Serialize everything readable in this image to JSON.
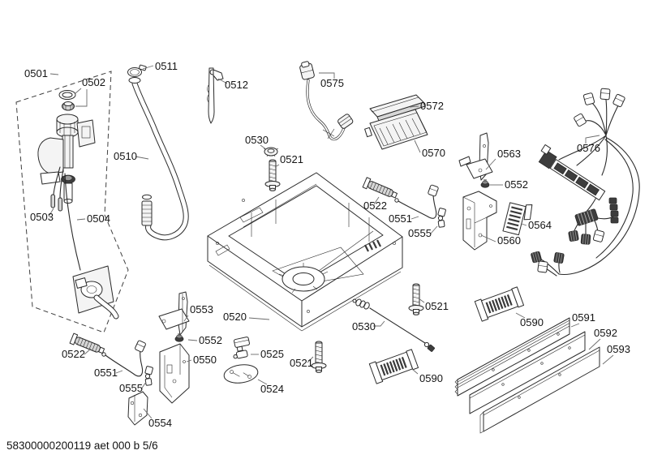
{
  "colors": {
    "background": "#ffffff",
    "line": "#2b2b2b",
    "leader": "#6b6b6b",
    "shade_light": "#f4f4f4",
    "shade_mid": "#d6d6d6",
    "shade_dark": "#3d3d3d",
    "label_text": "#141414"
  },
  "footer": {
    "text": "58300000200119 aet 000 b 5/6"
  },
  "callouts": {
    "c0501": "0501",
    "c0502": "0502",
    "c0503": "0503",
    "c0504": "0504",
    "c0510": "0510",
    "c0511": "0511",
    "c0512": "0512",
    "c0520": "0520",
    "c0521_top": "0521",
    "c0521_midleft": "0521",
    "c0521_right": "0521",
    "c0522_left": "0522",
    "c0522_right": "0522",
    "c0524": "0524",
    "c0525": "0525",
    "c0530_top": "0530",
    "c0530_bottom": "0530",
    "c0550": "0550",
    "c0551_left": "0551",
    "c0551_right": "0551",
    "c0552_left": "0552",
    "c0552_right": "0552",
    "c0553": "0553",
    "c0554": "0554",
    "c0555_left": "0555",
    "c0555_right": "0555",
    "c0560": "0560",
    "c0563": "0563",
    "c0564": "0564",
    "c0570": "0570",
    "c0572": "0572",
    "c0575": "0575",
    "c0576": "0576",
    "c0590_left": "0590",
    "c0590_right": "0590",
    "c0591": "0591",
    "c0592": "0592",
    "c0593": "0593"
  }
}
